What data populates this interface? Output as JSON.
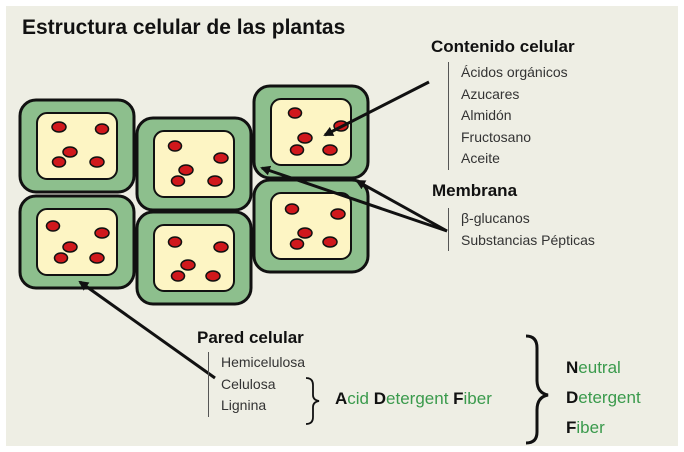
{
  "title": "Estructura celular de las plantas",
  "contenido": {
    "heading": "Contenido celular",
    "items": [
      "Ácidos orgánicos",
      "Azucares",
      "Almidón",
      "Fructosano",
      "Aceite"
    ]
  },
  "membrana": {
    "heading": "Membrana",
    "items": [
      "β-glucanos",
      "Substancias Pépticas"
    ]
  },
  "pared": {
    "heading": "Pared celular",
    "items": [
      "Hemicelulosa",
      "Celulosa",
      "Lignina"
    ]
  },
  "adf": {
    "w1_initial": "A",
    "w1_rest": "cid ",
    "w2_initial": "D",
    "w2_rest": "etergent ",
    "w3_initial": "F",
    "w3_rest": "iber"
  },
  "ndf": [
    {
      "initial": "N",
      "rest": "eutral"
    },
    {
      "initial": "D",
      "rest": "etergent"
    },
    {
      "initial": "F",
      "rest": "iber"
    }
  ],
  "colors": {
    "background": "#eeeee4",
    "cell_wall": "#8dbf8d",
    "cytoplasm": "#fdf5c4",
    "organelle": "#d0181c",
    "accent_text": "#3a9a4c"
  }
}
